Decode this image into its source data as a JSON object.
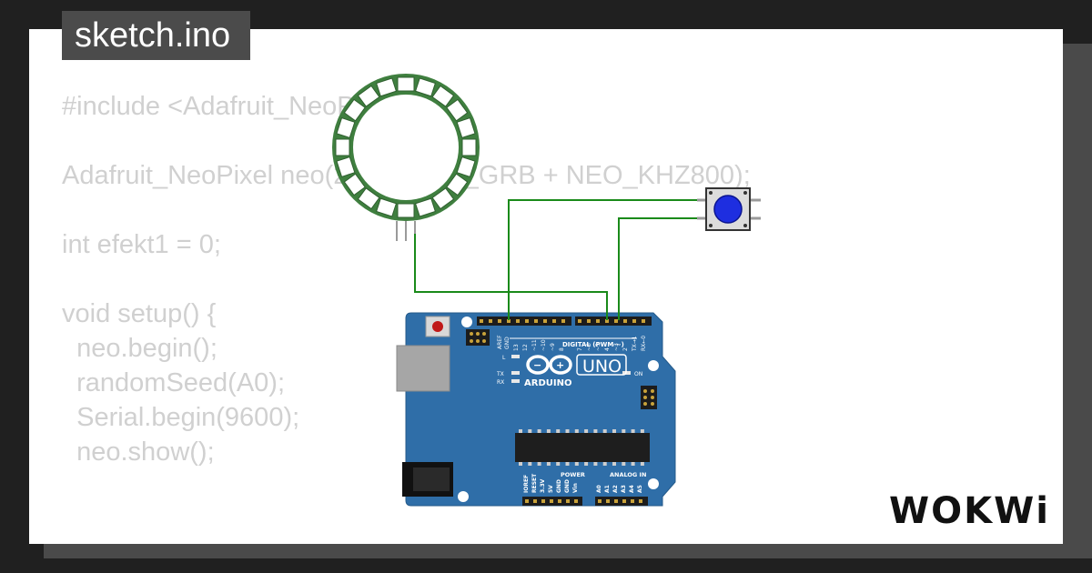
{
  "editor": {
    "filename": "sketch.ino",
    "code_lines": [
      "#include <Adafruit_NeoPixel.h>",
      "",
      "Adafruit_NeoPixel neo(20, 4, NEO_GRB + NEO_KHZ800);",
      "",
      "int efekt1 = 0;",
      "",
      "void setup() {",
      "  neo.begin();",
      "  randomSeed(A0);",
      "  Serial.begin(9600);",
      "  neo.show();"
    ]
  },
  "board": {
    "model_label": "UNO",
    "brand_label": "ARDUINO",
    "digital_label": "DIGITAL (PWM ~)",
    "power_label": "POWER",
    "analog_label": "ANALOG IN",
    "on_label": "ON",
    "led_l_label": "L",
    "tx_label": "TX",
    "rx_label": "RX",
    "aref_label": "AREF",
    "gnd_label": "GND",
    "top_pins": [
      "13",
      "12",
      "~11",
      "~10",
      "~9",
      "8",
      "7",
      "~6",
      "~5",
      "4",
      "~3",
      "2",
      "TX→1",
      "RX←0"
    ],
    "power_pins": [
      "IOREF",
      "RESET",
      "3.3V",
      "5V",
      "GND",
      "GND",
      "Vin"
    ],
    "analog_pins": [
      "A0",
      "A1",
      "A2",
      "A3",
      "A4",
      "A5"
    ]
  },
  "components": {
    "neopixel_ring_pixels": 20,
    "pushbutton_color": "#1e2ee0"
  },
  "colors": {
    "background": "#202020",
    "card": "#ffffff",
    "board": "#2f6ea8",
    "wire": "#1a8a1a",
    "ring": "#3f7f3f"
  },
  "brand": {
    "logo_text": "WOKWi"
  }
}
